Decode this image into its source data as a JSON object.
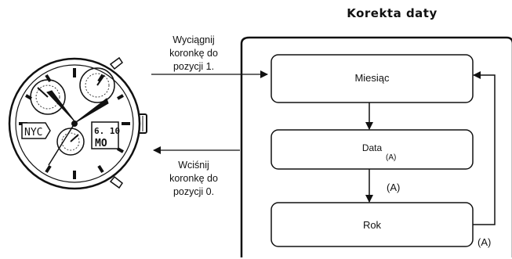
{
  "title": "Korekta daty",
  "instruction_pull": [
    "Wyciągnij",
    "koronkę do",
    "pozycji 1."
  ],
  "instruction_push": [
    "Wciśnij",
    "koronkę do",
    "pozycji 0."
  ],
  "steps": [
    "Miesiąc",
    "Data",
    "Rok"
  ],
  "step_marks": {
    "data_overlap": "(A)",
    "data_rok": "(A)",
    "rok_loop": "(A)"
  },
  "watch": {
    "city": "NYC",
    "date": "6. 10",
    "day": "MO"
  }
}
